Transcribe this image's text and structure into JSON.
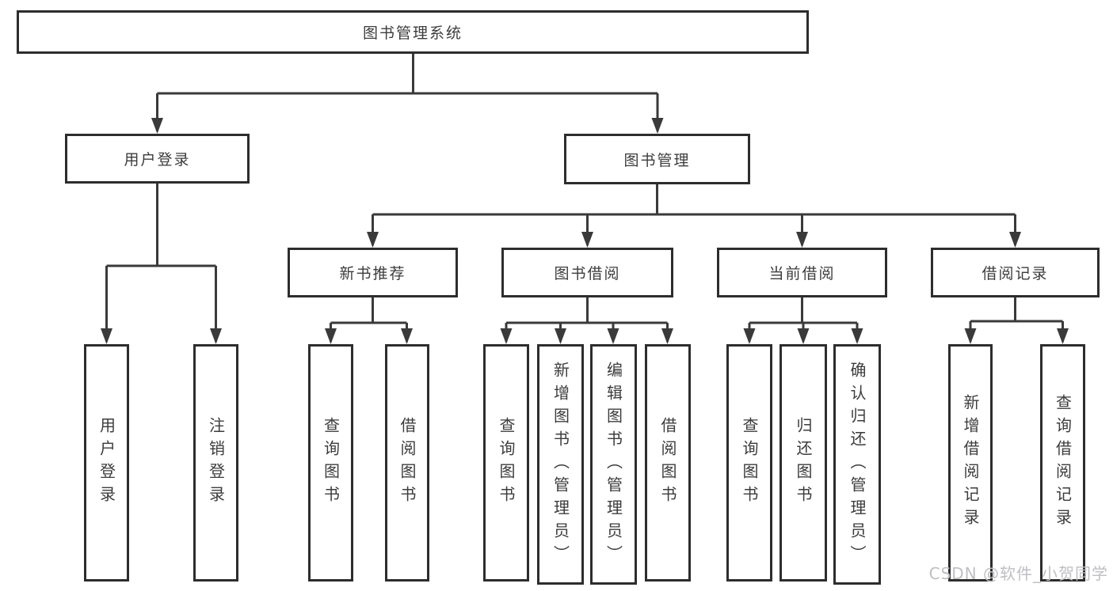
{
  "tree": {
    "root": {
      "label": "图书管理系统"
    },
    "branches": [
      {
        "label": "用户登录",
        "children": [
          {
            "label": "用户登录"
          },
          {
            "label": "注销登录"
          }
        ]
      },
      {
        "label": "图书管理",
        "children": [
          {
            "label": "新书推荐",
            "children": [
              {
                "label": "查询图书"
              },
              {
                "label": "借阅图书"
              }
            ]
          },
          {
            "label": "图书借阅",
            "children": [
              {
                "label": "查询图书"
              },
              {
                "label": "新增图书（管理员）"
              },
              {
                "label": "编辑图书（管理员）"
              },
              {
                "label": "借阅图书"
              }
            ]
          },
          {
            "label": "当前借阅",
            "children": [
              {
                "label": "查询图书"
              },
              {
                "label": "归还图书"
              },
              {
                "label": "确认归还（管理员）"
              }
            ]
          },
          {
            "label": "借阅记录",
            "children": [
              {
                "label": "新增借阅记录"
              },
              {
                "label": "查询借阅记录"
              }
            ]
          }
        ]
      }
    ]
  },
  "watermark": {
    "text": "CSDN @软件_小贺同学"
  },
  "colors": {
    "line": "#3a3a3a",
    "box_border": "#2d2d2d",
    "box_background": "#ffffff",
    "text": "#3c3c3c",
    "watermark": "#bfbfc3"
  }
}
